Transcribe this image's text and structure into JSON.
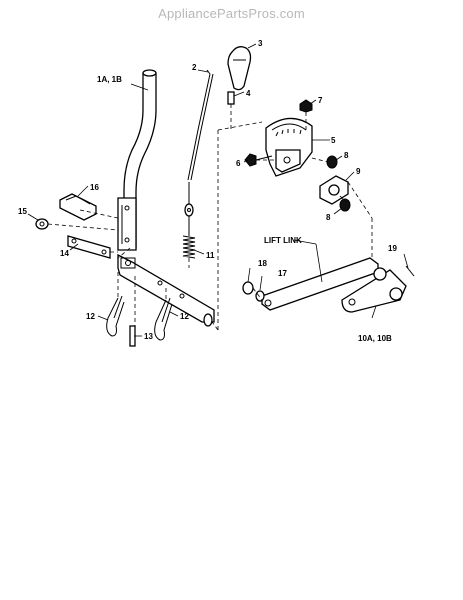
{
  "watermark": "AppliancePartsPros.com",
  "labels": {
    "l1": "1A, 1B",
    "l2": "2",
    "l3": "3",
    "l4": "4",
    "l5": "5",
    "l6": "6",
    "l7": "7",
    "l8a": "8",
    "l8b": "8",
    "l9": "9",
    "l10": "10A, 10B",
    "l11": "11",
    "l12a": "12",
    "l12b": "12",
    "l13": "13",
    "l14": "14",
    "l15": "15",
    "l16": "16",
    "l17": "17",
    "l18": "18",
    "l19": "19",
    "lift_link": "LIFT LINK"
  }
}
